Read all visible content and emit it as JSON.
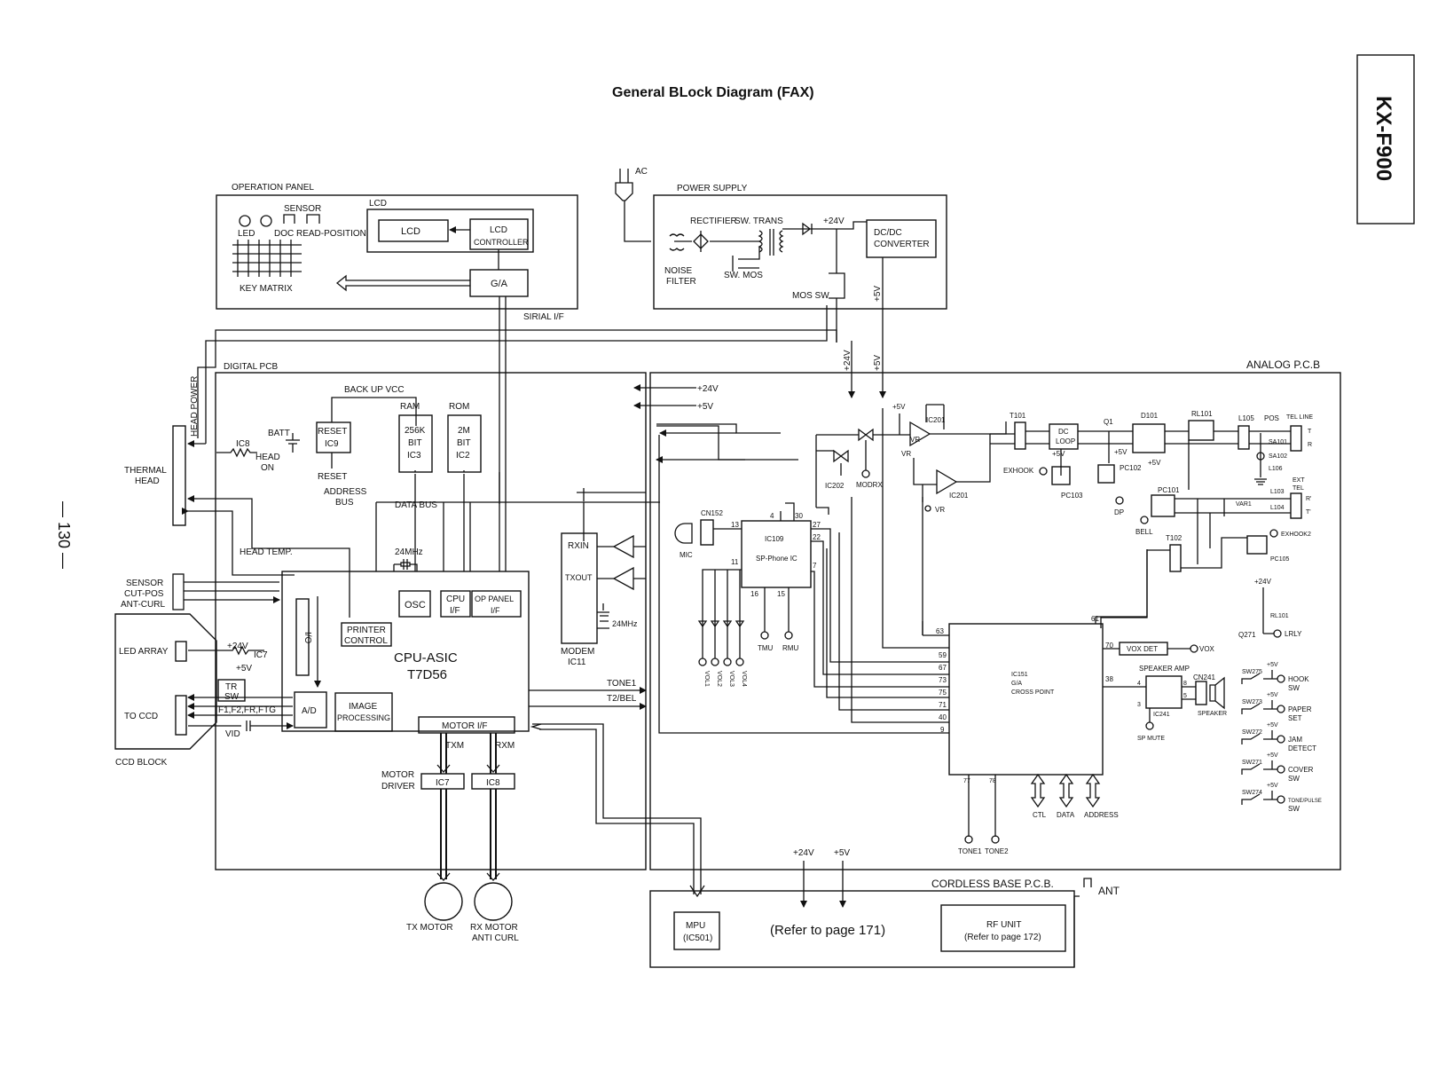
{
  "title": "General BLock Diagram (FAX)",
  "model": "KX-F900",
  "page_number": "— 130 —",
  "operation_panel": {
    "label": "OPERATION PANEL",
    "sensor": "SENSOR",
    "led": "LED",
    "doc_read_position": "DOC READ-POSITION",
    "lcd_group": "LCD",
    "lcd": "LCD",
    "lcd_controller_1": "LCD",
    "lcd_controller_2": "CONTROLLER",
    "key_matrix": "KEY MATRIX",
    "ga": "G/A",
    "serial_if": "SIRIAL I/F"
  },
  "power_supply": {
    "ac": "AC",
    "label": "POWER SUPPLY",
    "rectifier": "RECTIFIER",
    "sw_trans": "SW. TRANS",
    "plus24v": "+24V",
    "dcdc_1": "DC/DC",
    "dcdc_2": "CONVERTER",
    "noise_1": "NOISE",
    "noise_2": "FILTER",
    "sw_mos": "SW. MOS",
    "mos_sw": "MOS SW",
    "plus5v": "+5V"
  },
  "digital_pcb": {
    "label": "DIGITAL PCB",
    "head_power": "HEAD POWER",
    "thermal_1": "THERMAL",
    "thermal_2": "HEAD",
    "ic8": "IC8",
    "head_on_1": "HEAD",
    "head_on_2": "ON",
    "batt": "BATT",
    "backup_vcc": "BACK UP  VCC",
    "reset_1": "RESET",
    "reset_2": "IC9",
    "reset_out": "RESET",
    "address_1": "ADDRESS",
    "address_2": "BUS",
    "ram": "RAM",
    "ram_1": "256K",
    "ram_2": "BIT",
    "ram_3": "IC3",
    "rom": "ROM",
    "rom_1": "2M",
    "rom_2": "BIT",
    "rom_3": "IC2",
    "data_bus": "DATA BUS",
    "head_temp": "HEAD TEMP.",
    "crystal_24": "24MHz",
    "osc": "OSC",
    "cpu_if_1": "CPU",
    "cpu_if_2": "I/F",
    "op_panel_if_1": "OP PANEL",
    "op_panel_if_2": "I/F",
    "sensor_1": "SENSOR",
    "sensor_2": "CUT-POS",
    "sensor_3": "ANT-CURL",
    "io": "I/O",
    "printer_1": "PRINTER",
    "printer_2": "CONTROL",
    "cpu_asic_1": "CPU-ASIC",
    "cpu_asic_2": "T7D56",
    "led_array": "LED ARRAY",
    "plus24v": "+24V",
    "plus5v": "+5V",
    "ic7_small": "IC7",
    "tr_sw_1": "TR",
    "tr_sw_2": "SW",
    "to_ccd": "TO CCD",
    "f_signals": "F1,F2,FR,FTG",
    "vid": "VID",
    "ad": "A/D",
    "image_1": "IMAGE",
    "image_2": "PROCESSING",
    "motor_if": "MOTOR I/F",
    "ccd_block": "CCD BLOCK",
    "txm": "TXM",
    "rxm": "RXM",
    "motor_driver_1": "MOTOR",
    "motor_driver_2": "DRIVER",
    "ic7": "IC7",
    "ic8_drv": "IC8",
    "tx_motor": "TX MOTOR",
    "rx_motor_1": "RX MOTOR",
    "rx_motor_2": "ANTI CURL",
    "rxin": "RXIN",
    "txout": "TXOUT",
    "modem_1": "MODEM",
    "modem_2": "IC11",
    "modem_xtal": "24MHz",
    "tone1": "TONE1",
    "t2bel": "T2/BEL",
    "supply_24": "+24V",
    "supply_5": "+5V"
  },
  "analog_pcb": {
    "label": "ANALOG P.C.B",
    "plus24v": "+24V",
    "plus5v": "+5V",
    "cn152": "CN152",
    "mic": "MIC",
    "ic109_1": "IC109",
    "ic109_2": "SP-Phone IC",
    "pin13": "13",
    "pin4": "4",
    "pin30": "30",
    "pin27": "27",
    "pin22": "22",
    "pin11": "11",
    "pin7": "7",
    "pin16": "16",
    "pin15": "15",
    "tmu": "TMU",
    "rmu": "RMU",
    "vol1": "VOL1",
    "vol2": "VOL2",
    "vol3": "VOL3",
    "vol4": "VOL4",
    "ic202": "IC202",
    "modrx": "MODRX",
    "ic201": "IC201",
    "vr": "VR",
    "t101": "T101",
    "dc_loop_1": "DC",
    "dc_loop_2": "LOOP",
    "q1": "Q1",
    "d101": "D101",
    "rl101": "RL101",
    "l105": "L105",
    "pos": "POS",
    "tel_line": "TEL LINE",
    "sa101": "SA101",
    "sa102": "SA102",
    "l106": "L106",
    "t_term": "T",
    "r_term": "R",
    "exhook": "EXHOOK",
    "pc103": "PC103",
    "pc102": "PC102",
    "dp": "DP",
    "pc101": "PC101",
    "bell": "BELL",
    "ext_tel_1": "EXT",
    "ext_tel_2": "TEL",
    "l103": "L103",
    "l104": "L104",
    "var1": "VAR1",
    "r_prime": "R'",
    "t_prime": "T'",
    "exhook2": "EXHOOK2",
    "pc105": "PC105",
    "t102": "T102",
    "rl101b": "RL101",
    "q271": "Q271",
    "lrly": "LRLY",
    "ic151_1": "IC151",
    "ic151_2": "G/A",
    "ic151_3": "CROSS POINT",
    "pins_left": [
      "63",
      "59",
      "67",
      "73",
      "75",
      "71",
      "40",
      "9"
    ],
    "pin61": "61",
    "pin70": "70",
    "pin38": "38",
    "pin77": "77",
    "pin78": "78",
    "vox_det": "VOX DET",
    "vox": "VOX",
    "speaker_amp": "SPEAKER AMP",
    "cn241": "CN241",
    "ic241": "IC241",
    "speaker": "SPEAKER",
    "sp_mute": "SP MUTE",
    "amp_pins": [
      "4",
      "8",
      "5",
      "3"
    ],
    "ctl": "CTL",
    "data": "DATA",
    "address": "ADDRESS",
    "tone1": "TONE1",
    "tone2": "TONE2",
    "switches": [
      {
        "id": "SW275",
        "label1": "HOOK",
        "label2": "SW"
      },
      {
        "id": "SW273",
        "label1": "PAPER",
        "label2": "SET"
      },
      {
        "id": "SW272",
        "label1": "JAM",
        "label2": "DETECT"
      },
      {
        "id": "SW271",
        "label1": "COVER",
        "label2": "SW"
      },
      {
        "id": "SW274",
        "label1": "TONE/PULSE",
        "label2": "SW"
      }
    ]
  },
  "cordless": {
    "label": "CORDLESS BASE P.C.B.",
    "ant": "ANT",
    "mpu_1": "MPU",
    "mpu_2": "(IC501)",
    "refer": "(Refer to page 171)",
    "rf_1": "RF UNIT",
    "rf_2": "(Refer to page 172)",
    "plus24v": "+24V",
    "plus5v": "+5V"
  }
}
